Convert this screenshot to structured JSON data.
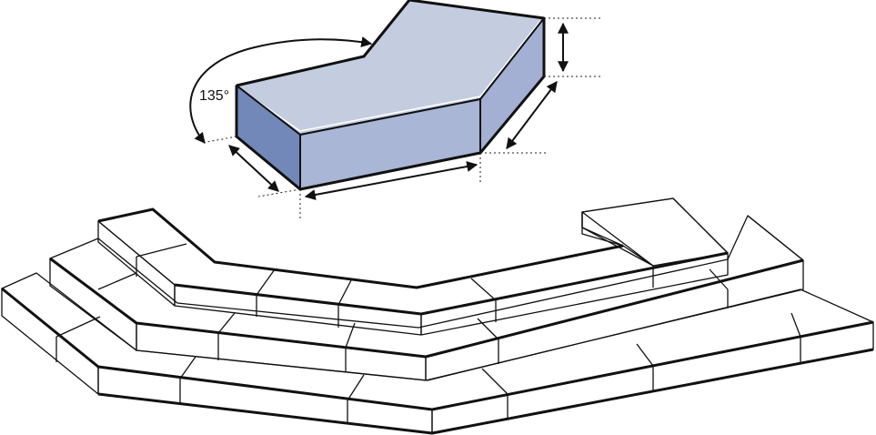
{
  "diagram": {
    "angle_label": "135°",
    "colors": {
      "block_top": "#c4cde0",
      "block_front": "#a9b6d6",
      "block_left_end": "#7288b8",
      "block_right_side": "#a3b0d3",
      "steps_fill": "#ffffff",
      "line": "#111111"
    },
    "components": [
      "angled-block-135",
      "height-dimension",
      "depth-dimension",
      "length-dimension",
      "angle-arc",
      "stepped-seating-assembly"
    ]
  }
}
